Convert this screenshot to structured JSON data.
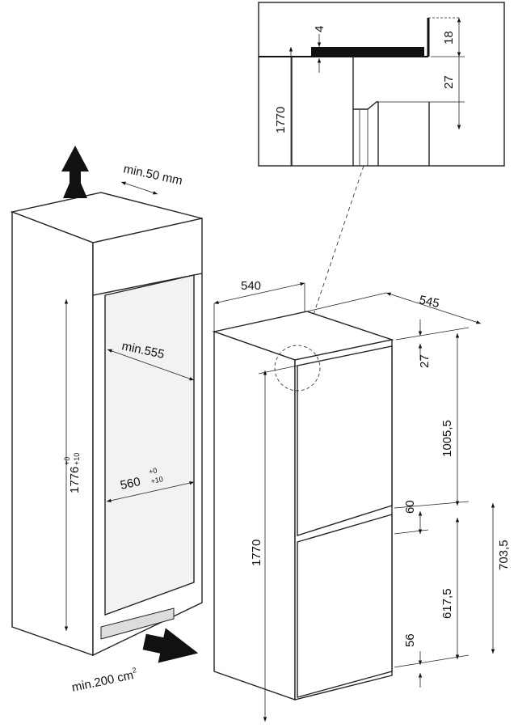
{
  "inset": {
    "dim_4": "4",
    "dim_18": "18",
    "dim_27": "27",
    "dim_1770": "1770"
  },
  "cabinet": {
    "vent_top": "min.50 mm",
    "height": "1776",
    "height_tol_top": "+0",
    "height_tol_bottom": "+10",
    "depth": "min.555",
    "width": "560",
    "width_tol_top": "+0",
    "width_tol_bottom": "+10",
    "vent_bottom": "min.200 cm",
    "vent_bottom_sup": "2"
  },
  "appliance": {
    "width": "540",
    "depth": "545",
    "top_gap": "27",
    "upper_door": "1005,5",
    "door_gap": "60",
    "lower_door": "617,5",
    "lower_total": "703,5",
    "bottom_gap": "56",
    "height": "1770"
  }
}
